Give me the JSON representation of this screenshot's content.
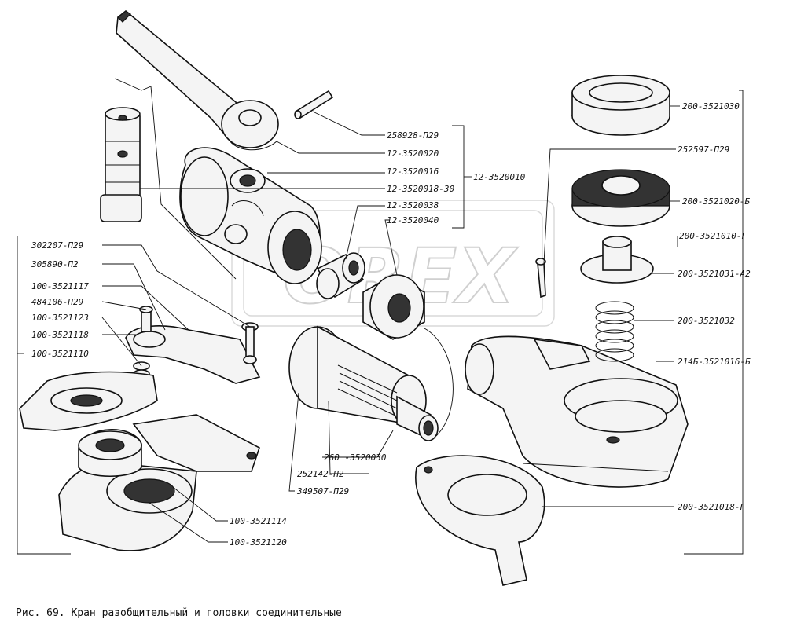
{
  "caption": "Рис. 69. Кран разобщительный и головки соединительные",
  "watermark": "OREX",
  "labels": {
    "p258928": "258928-П29",
    "p12_3520020": "12-3520020",
    "p12_3520016": "12-3520016",
    "p12_3520018_30": "12-3520018-30",
    "p12_3520038": "12-3520038",
    "p12_3520040": "12-3520040",
    "p12_3520010": "12-3520010",
    "p302207": "302207-П29",
    "p305890": "305890-П2",
    "p100_3521117": "100-3521117",
    "p484106": "484106-П29",
    "p100_3521123": "100-3521123",
    "p100_3521118": "100-3521118",
    "p100_3521110": "100-3521110",
    "p260_3520030": "260 -3520030",
    "p252142": "252142-П2",
    "p349507": "349507-П29",
    "p100_3521114": "100-3521114",
    "p100_3521120": "100-3521120",
    "p200_3521030": "200-3521030",
    "p252597": "252597-П29",
    "p200_3521020_b": "200-3521020-Б",
    "p200_3521010_g": "200-3521010-Г",
    "p200_3521031_a2": "200-3521031-А2",
    "p200_3521032": "200-3521032",
    "p214b_3521016_b": "214Б-3521016-Б",
    "p200_3521018_g": "200-3521018-Г"
  }
}
